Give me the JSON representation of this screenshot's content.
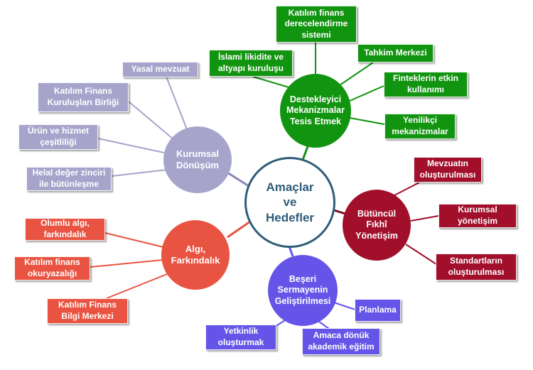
{
  "center": {
    "label": "Amaçlar\nve\nHedefler"
  },
  "hubs": {
    "kurumsal": {
      "label": "Kurumsal\nDönüşüm",
      "color": "#a6a4cb"
    },
    "destekleyici": {
      "label": "Destekleyici\nMekanizmalar\nTesis Etmek",
      "color": "#11940f"
    },
    "butuncul": {
      "label": "Bütüncül\nFıkhî\nYönetişim",
      "color": "#a10f2b"
    },
    "beseri": {
      "label": "Beşeri\nSermayenin\nGeliştirilmesi",
      "color": "#6455e8"
    },
    "algi": {
      "label": "Algı,\nFarkındalık",
      "color": "#e95442"
    }
  },
  "kurumsal_items": [
    "Yasal mevzuat",
    "Katılım Finans\nKuruluşları Birliği",
    "Ürün ve hizmet\nçeşitliliği",
    "Helal değer zinciri\nile bütünleşme"
  ],
  "destekleyici_items": [
    "Katılım finans\nderecelendirme\nsistemi",
    "İslami likidite ve\naltyapı kuruluşu",
    "Tahkim Merkezi",
    "Finteklerin etkin\nkullanımı",
    "Yenilikçi\nmekanizmalar"
  ],
  "butuncul_items": [
    "Mevzuatın\noluşturulması",
    "Kurumsal\nyönetişim",
    "Standartların\noluşturulması"
  ],
  "beseri_items": [
    "Planlama",
    "Yetkinlik\noluşturmak",
    "Amaca dönük\nakademik eğitim"
  ],
  "algi_items": [
    "Olumlu algı,\nfarkındalık",
    "Katılım finans\nokuryazalığı",
    "Katılım Finans\nBilgi Merkezi"
  ]
}
